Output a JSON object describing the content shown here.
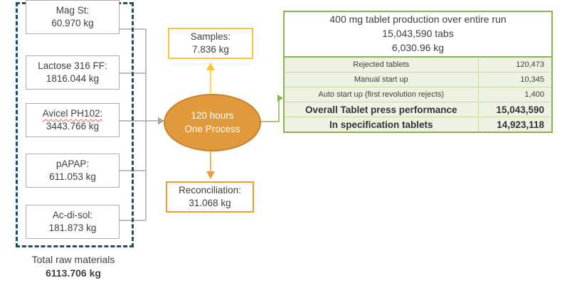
{
  "materials": {
    "items": [
      {
        "name": "Lactose 316 FF:",
        "amount": "1816.044 kg"
      },
      {
        "name": "Avicel PH102:",
        "amount": "3443.766 kg"
      },
      {
        "name": "pAPAP:",
        "amount": "611.053 kg"
      },
      {
        "name": "Ac-di-sol:",
        "amount": "181.873 kg"
      },
      {
        "name": "Mag St:",
        "amount": "60.970 kg"
      }
    ],
    "total_label": "Total raw materials",
    "total_amount": "6113.706 kg"
  },
  "process": {
    "line1": "120 hours",
    "line2": "One Process"
  },
  "samples": {
    "label": "Samples:",
    "amount": "7.836 kg"
  },
  "reconciliation": {
    "label": "Reconciliation:",
    "amount": "31.068 kg"
  },
  "production_table": {
    "title_line1": "400 mg tablet production over entire run",
    "title_line2": "15,043,590 tabs",
    "title_line3": "6,030.96 kg",
    "rows": [
      {
        "label": "Rejected tablets",
        "value": "120,473"
      },
      {
        "label": "Manual start up",
        "value": "10,345"
      },
      {
        "label": "Auto start up (first revolution rejects)",
        "value": "1,400"
      },
      {
        "label": "Overall Tablet press performance",
        "value": "15,043,590"
      },
      {
        "label": "In specification tablets",
        "value": "14,923,118"
      }
    ]
  },
  "colors": {
    "dash_blue": "#1F4E6B",
    "line_gray": "#A8A8A8",
    "box_gray": "#ABABAB",
    "text_dark": "#3F3F3F",
    "orange_fill": "#E19A3B",
    "orange_stroke": "#C9812B",
    "yellow": "#FFC42E",
    "orange": "#EE9C31",
    "green_border": "#8CB14F",
    "green_light": "#C9DCA2",
    "green_fill": "#EDF2E3"
  }
}
